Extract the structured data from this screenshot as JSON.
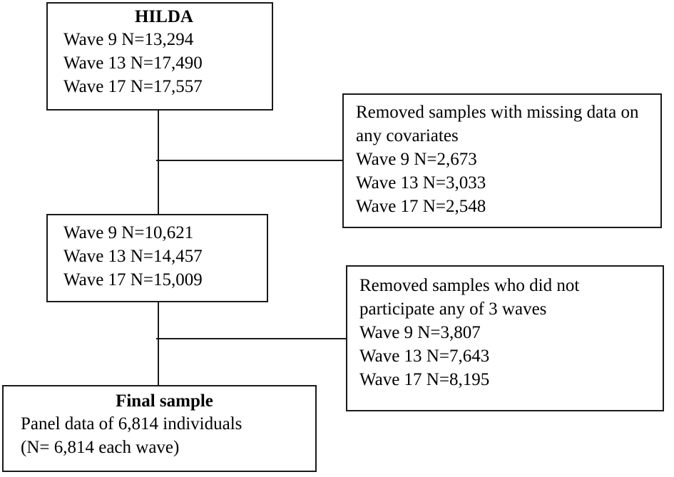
{
  "figure": {
    "type": "flowchart",
    "description": "Sample selection flow diagram"
  },
  "boxes": {
    "source": {
      "title": "HILDA",
      "lines": [
        "Wave 9 N=13,294",
        "Wave 13 N=17,490",
        "Wave 17 N=17,557"
      ]
    },
    "exclusion_1": {
      "reason": "Removed samples with missing data on any covariates",
      "lines": [
        "Wave 9 N=2,673",
        "Wave 13 N=3,033",
        "Wave 17 N=2,548"
      ]
    },
    "after_exclusion_1": {
      "lines": [
        "Wave 9 N=10,621",
        "Wave 13 N=14,457",
        "Wave 17 N=15,009"
      ]
    },
    "exclusion_2": {
      "reason": "Removed samples who did not participate any of 3 waves",
      "lines": [
        "Wave 9 N=3,807",
        "Wave 13 N=7,643",
        "Wave 17 N=8,195"
      ]
    },
    "final": {
      "title": "Final sample",
      "lines": [
        "Panel data of 6,814 individuals",
        "(N= 6,814 each wave)"
      ]
    }
  },
  "colors": {
    "stroke": "#1a1a1a",
    "background": "#ffffff",
    "text": "#000000"
  }
}
